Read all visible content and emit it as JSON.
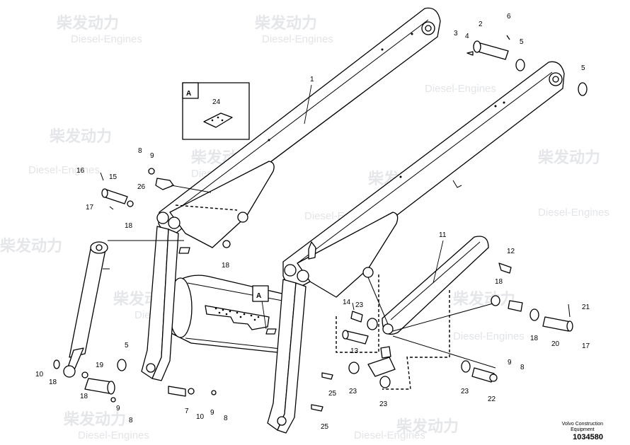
{
  "watermark": {
    "cn": "柴发动力",
    "en": "Diesel-Engines"
  },
  "detail_box": {
    "letter": "A",
    "part_number": "24"
  },
  "marker": {
    "letter": "A"
  },
  "labels": {
    "p1": "1",
    "p2": "2",
    "p3": "3",
    "p4": "4",
    "p5a": "5",
    "p5b": "5",
    "p6": "6",
    "p8a": "8",
    "p9a": "9",
    "p16": "16",
    "p15": "15",
    "p26": "26",
    "p17a": "17",
    "p18a": "18",
    "p18b": "18",
    "p11": "11",
    "p12": "12",
    "p18c": "18",
    "p14": "14",
    "p23a": "23",
    "p21": "21",
    "p13": "13",
    "p18d": "18",
    "p20": "20",
    "p17b": "17",
    "p5c": "5",
    "p10a": "10",
    "p18e": "18",
    "p19": "19",
    "p18f": "18",
    "p9b": "9",
    "p8b": "8",
    "p7": "7",
    "p10b": "10",
    "p9c": "9",
    "p8c": "8",
    "p25a": "25",
    "p25b": "25",
    "p23b": "23",
    "p23c": "23",
    "p23d": "23",
    "p22": "22",
    "p9d": "9",
    "p8d": "8"
  },
  "footer": {
    "company_line1": "Volvo Construction",
    "company_line2": "Equipment",
    "drawing_number": "1034580"
  }
}
